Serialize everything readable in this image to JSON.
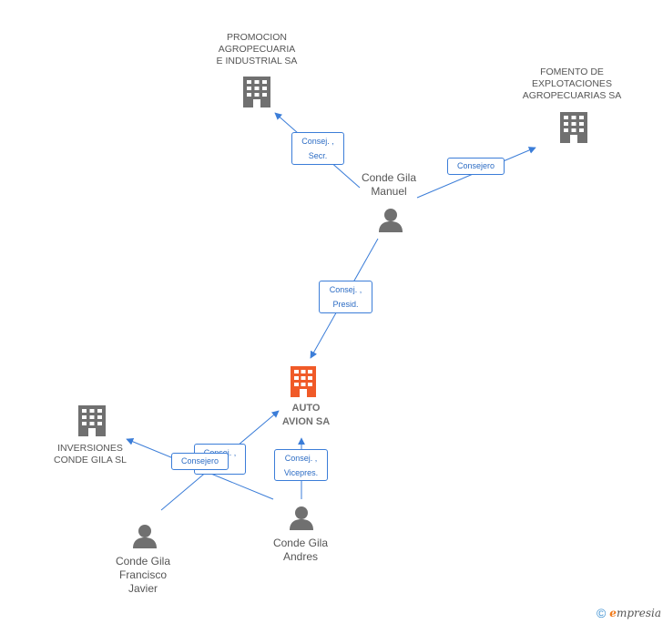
{
  "nodes": {
    "promocion": {
      "label": "PROMOCION\nAGROPECUARIA\nE INDUSTRIAL SA",
      "icon": "building-icon"
    },
    "fomento": {
      "label": "FOMENTO DE\nEXPLOTACIONES\nAGROPECUARIAS SA",
      "icon": "building-icon"
    },
    "manuel": {
      "label": "Conde Gila\nManuel",
      "icon": "person-icon"
    },
    "auto_avion": {
      "label": "AUTO\nAVION SA",
      "icon": "building-icon"
    },
    "inversiones": {
      "label": "INVERSIONES\nCONDE GILA  SL",
      "icon": "building-icon"
    },
    "francisco": {
      "label": "Conde Gila\nFrancisco\nJavier",
      "icon": "person-icon"
    },
    "andres": {
      "label": "Conde Gila\nAndres",
      "icon": "person-icon"
    }
  },
  "edges": {
    "manuel_promocion": "Consej. ,\nSecr.",
    "manuel_fomento": "Consejero",
    "manuel_auto": "Consej. ,\nPresid.",
    "francisco_auto": "Consej. ,",
    "andres_inversiones": "Consejero",
    "andres_auto": "Consej. ,\nVicepres."
  },
  "colors": {
    "line": "#3b7dd8",
    "node_icon": "#707070",
    "focus_icon": "#f05a28"
  },
  "footer": {
    "copyright": "©",
    "brand_initial": "e",
    "brand_rest": "mpresia"
  }
}
